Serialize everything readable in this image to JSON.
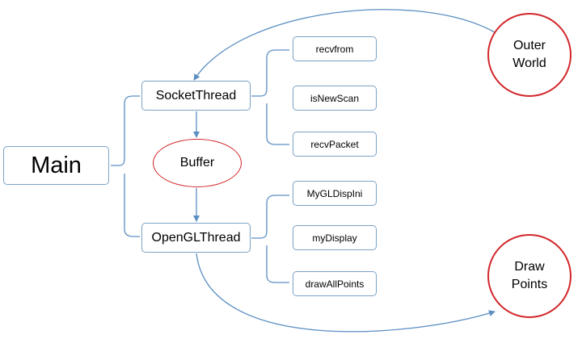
{
  "nodes": {
    "main": "Main",
    "socket_thread": "SocketThread",
    "opengl_thread": "OpenGLThread",
    "buffer": "Buffer",
    "outer_world": "Outer\nWorld",
    "draw_points": "Draw\nPoints"
  },
  "socket_children": [
    "recvfrom",
    "isNewScan",
    "recvPacket"
  ],
  "opengl_children": [
    "MyGLDispIni",
    "myDisplay",
    "drawAllPoints"
  ],
  "colors": {
    "box_border": "#7aa1c6",
    "connector": "#5b8fc2",
    "circle_border": "#d2262a"
  }
}
